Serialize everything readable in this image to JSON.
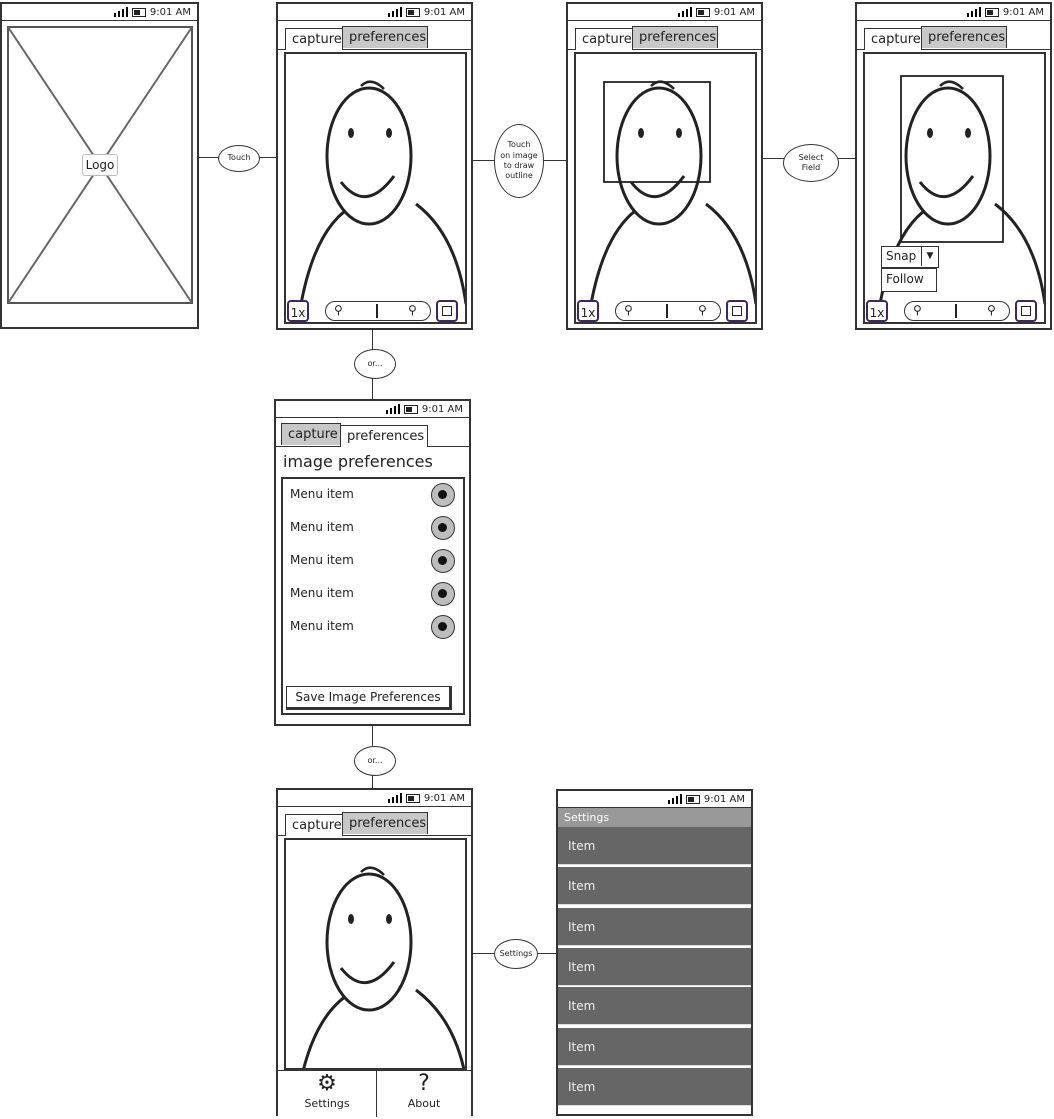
{
  "status": {
    "time": "9:01 AM"
  },
  "tabs": {
    "capture": "capture",
    "preferences": "preferences"
  },
  "splash": {
    "logo": "Logo"
  },
  "connectors": {
    "touch": "Touch",
    "draw_outline": [
      "Touch",
      "on image",
      "to draw",
      "outline"
    ],
    "select_field": [
      "Select",
      "Field"
    ],
    "or_1": "or...",
    "or_2": "or...",
    "settings": "Settings"
  },
  "zoom": {
    "level": "1x"
  },
  "snap_menu": {
    "snap": "Snap",
    "follow": "Follow"
  },
  "prefs": {
    "title": "image preferences",
    "items": [
      "Menu item",
      "Menu item",
      "Menu item",
      "Menu item",
      "Menu item"
    ],
    "save": "Save Image Preferences"
  },
  "bottom_nav": {
    "settings": "Settings",
    "about": "About"
  },
  "settings_screen": {
    "header": "Settings",
    "items": [
      "Item",
      "Item",
      "Item",
      "Item",
      "Item",
      "Item",
      "Item"
    ]
  }
}
